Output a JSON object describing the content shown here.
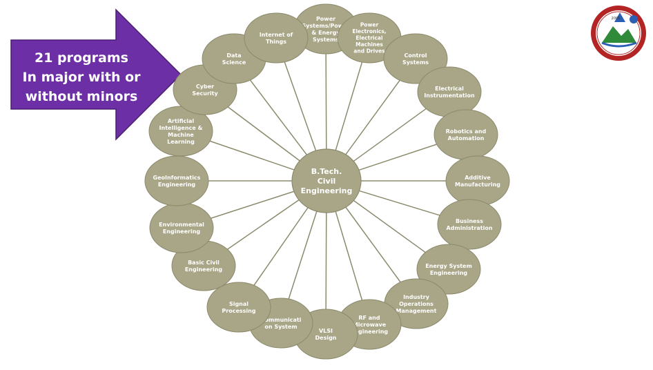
{
  "callout": {
    "lines": [
      "21 programs",
      "In major with or",
      "without minors"
    ]
  },
  "colors": {
    "node_fill": "#a9a587",
    "node_stroke": "#8c8a6c",
    "spoke": "#8c8a6c",
    "callout_fill": "#6d2fa6",
    "callout_stroke": "#4a1f70",
    "text": "#ffffff"
  },
  "center_node": {
    "lines": [
      "B.Tech.",
      "Civil",
      "Engineering"
    ]
  },
  "nodes": [
    {
      "id": "power-systems",
      "lines": [
        "Power",
        "Systems/Power",
        "& Energy",
        "Systems"
      ]
    },
    {
      "id": "power-electronics",
      "lines": [
        "Power",
        "Electronics,",
        "Electrical",
        "Machines",
        "and Drives"
      ]
    },
    {
      "id": "control-systems",
      "lines": [
        "Control",
        "Systems"
      ]
    },
    {
      "id": "electrical-instrumentation",
      "lines": [
        "Electrical",
        "Instrumentation"
      ]
    },
    {
      "id": "robotics-automation",
      "lines": [
        "Robotics and",
        "Automation"
      ]
    },
    {
      "id": "additive-manufacturing",
      "lines": [
        "Additive",
        "Manufacturing"
      ]
    },
    {
      "id": "business-administration",
      "lines": [
        "Business",
        "Administration"
      ]
    },
    {
      "id": "energy-system-engineering",
      "lines": [
        "Energy System",
        "Engineering"
      ]
    },
    {
      "id": "industry-operations-management",
      "lines": [
        "Industry",
        "Operations",
        "Management"
      ]
    },
    {
      "id": "rf-microwave-engineering",
      "lines": [
        "RF and",
        "Microwave",
        "Engineering"
      ]
    },
    {
      "id": "vlsi-design",
      "lines": [
        "VLSI",
        "Design"
      ]
    },
    {
      "id": "communication-system",
      "lines": [
        "Communicati",
        "on System"
      ]
    },
    {
      "id": "signal-processing",
      "lines": [
        "Signal",
        "Processing"
      ]
    },
    {
      "id": "basic-civil-engineering",
      "lines": [
        "Basic Civil",
        "Engineering"
      ]
    },
    {
      "id": "environmental-engineering",
      "lines": [
        "Environmental",
        "Engineering"
      ]
    },
    {
      "id": "geoinformatics-engineering",
      "lines": [
        "GeoInformatics",
        "Engineering"
      ]
    },
    {
      "id": "ai-ml",
      "lines": [
        "Artificial",
        "Intelligence &",
        "Machine",
        "Learning"
      ]
    },
    {
      "id": "cyber-security",
      "lines": [
        "Cyber",
        "Security"
      ]
    },
    {
      "id": "data-science",
      "lines": [
        "Data",
        "Science"
      ]
    },
    {
      "id": "internet-of-things",
      "lines": [
        "Internet of",
        "Things"
      ]
    }
  ],
  "logo": {
    "year": "2005"
  }
}
